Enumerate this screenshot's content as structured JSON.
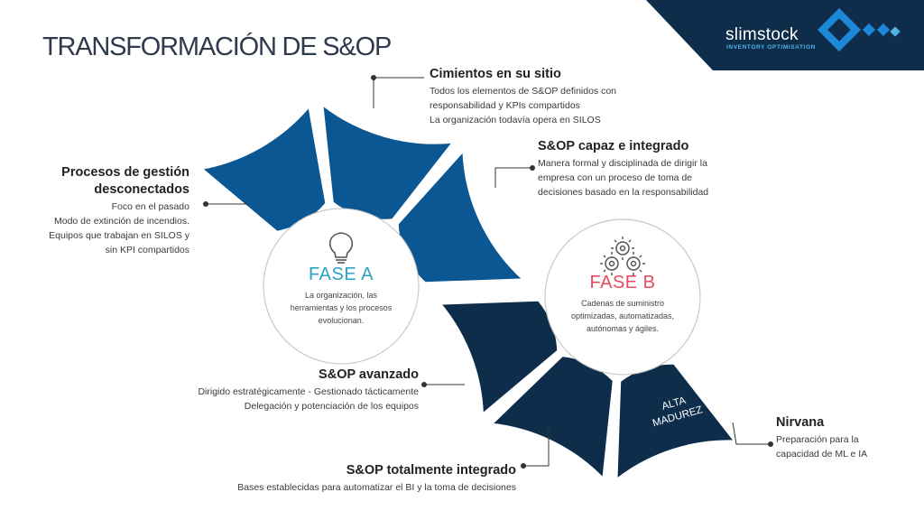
{
  "title": "TRANSFORMACIÓN DE S&OP",
  "brand": {
    "name": "slimstock",
    "tagline": "INVENTORY OPTIMISATION"
  },
  "colors": {
    "blue": "#0b5793",
    "navy": "#0e2d4a",
    "fase_a": "#2aa3c4",
    "fase_b": "#e84a5f"
  },
  "stages": [
    {
      "title": "Procesos de gestión desconectados",
      "lines": [
        "Foco en el pasado",
        "Modo de extinción de incendios.",
        "Equipos que trabajan en SILOS y",
        "sin KPI compartidos"
      ]
    },
    {
      "title": "Cimientos en su sitio",
      "lines": [
        "Todos los elementos de S&OP definidos con",
        "responsabilidad y KPIs compartidos",
        "La organización todavía opera en SILOS"
      ]
    },
    {
      "title": "S&OP capaz e integrado",
      "lines": [
        "Manera formal y disciplinada de dirigir la",
        "empresa con un proceso de toma de",
        "decisiones basado en la responsabilidad"
      ]
    },
    {
      "title": "S&OP avanzado",
      "lines": [
        "Dirigido estratégicamente - Gestionado tácticamente",
        "Delegación y potenciación de los equipos"
      ]
    },
    {
      "title": "S&OP totalmente integrado",
      "lines": [
        "Bases establecidas para automatizar el BI y la toma de decisiones"
      ]
    },
    {
      "title": "Nirvana",
      "lines": [
        "Preparación para la",
        "capacidad de ML e IA"
      ]
    }
  ],
  "phase_a": {
    "name": "FASE A",
    "lines": [
      "La organización, las",
      "herramientas y los procesos",
      "evolucionan."
    ],
    "icon": "lightbulb-icon"
  },
  "phase_b": {
    "name": "FASE B",
    "lines": [
      "Cadenas de suministro",
      "optimizadas, automatizadas,",
      "autónomas y ágiles."
    ],
    "icon": "gears-icon"
  },
  "alta_madurez": [
    "ALTA",
    "MADUREZ"
  ]
}
